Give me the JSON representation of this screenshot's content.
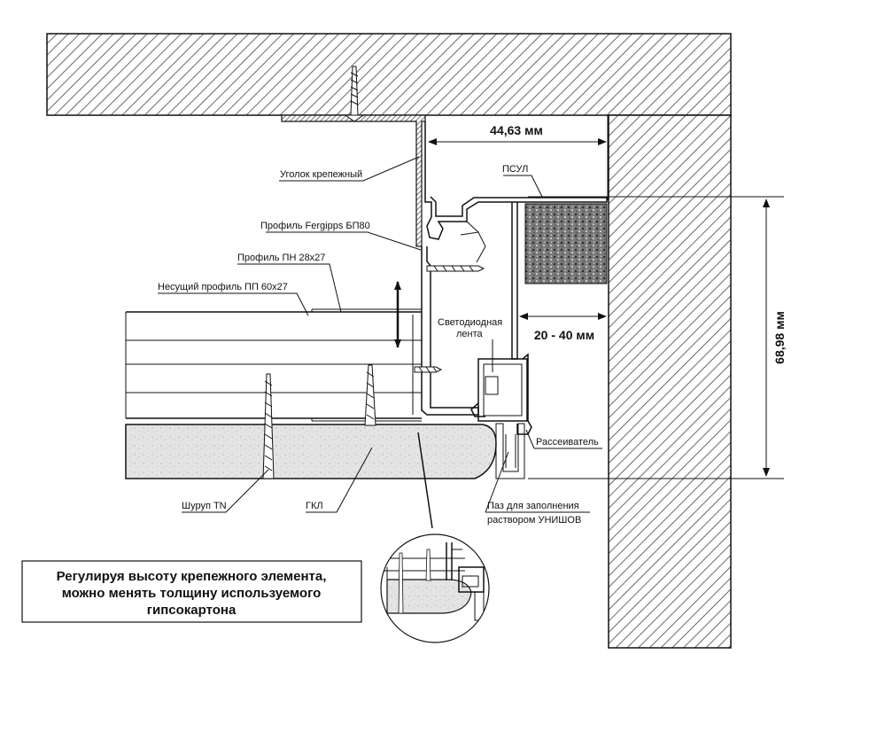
{
  "labels": {
    "ugolok": "Уголок крепежный",
    "profile_bp80": "Профиль Fergipps БП80",
    "profile_pn": "Профиль ПН 28x27",
    "profile_pp": "Несущий профиль ПП 60x27",
    "psul": "ПСУЛ",
    "led_line1": "Светодиодная",
    "led_line2": "лента",
    "diffuser": "Рассеиватель",
    "screw": "Шуруп TN",
    "gkl": "ГКЛ",
    "groove_line1": "Паз для заполнения",
    "groove_line2": "раствором УНИШОВ"
  },
  "dimensions": {
    "width_top": "44,63 мм",
    "gap": "20 - 40 мм",
    "height": "68,98 мм"
  },
  "note": {
    "line1": "Регулируя высоту крепежного элемента,",
    "line2": "можно менять толщину используемого",
    "line3": "гипсокартона"
  },
  "colors": {
    "line": "#111111",
    "hatch": "#444444",
    "gkl_fill": "#e6e6e6",
    "psul_fill": "#6e6e6e"
  }
}
